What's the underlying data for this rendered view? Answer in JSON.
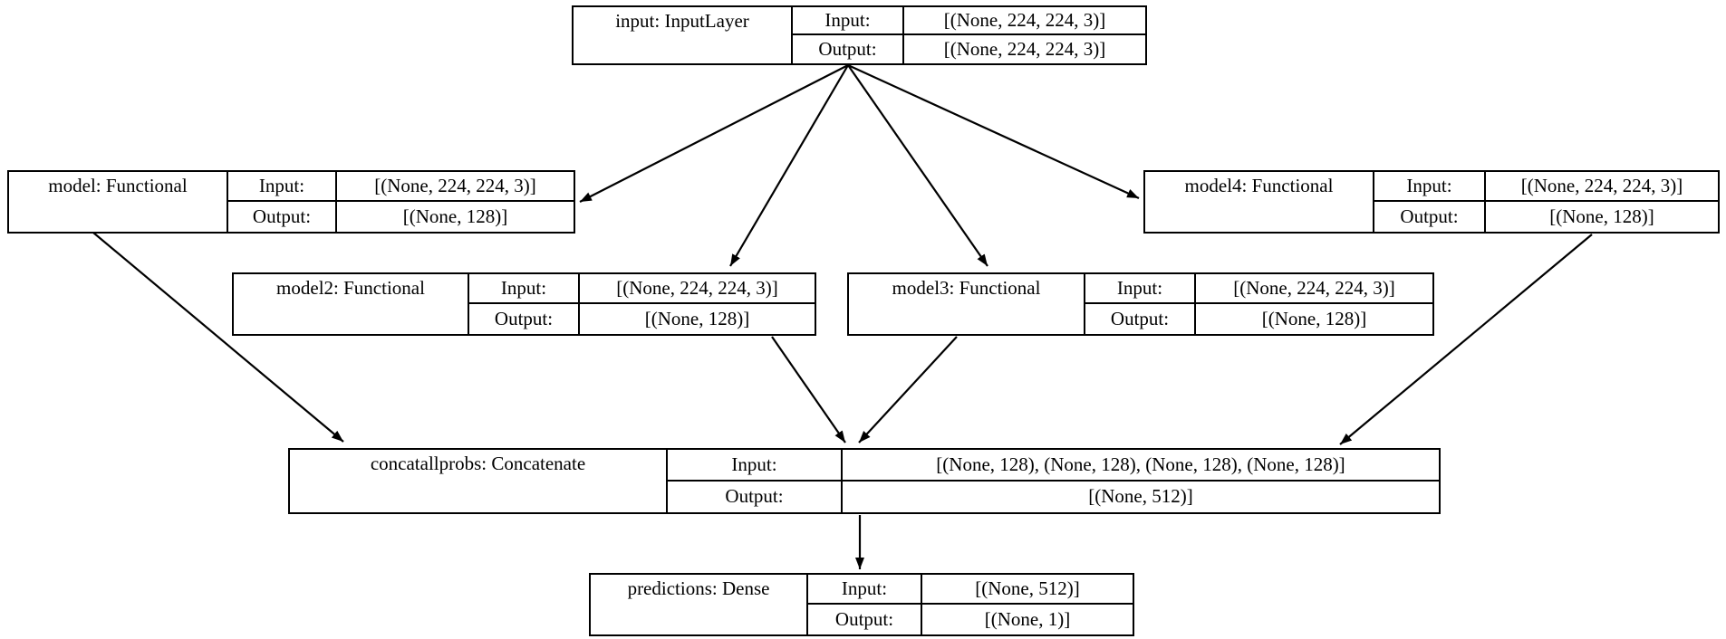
{
  "diagram_title": "model architecture graph",
  "colors": {
    "background": "#ffffff",
    "border": "#000000",
    "text": "#000000"
  },
  "nodes": {
    "input": {
      "title": "input: InputLayer",
      "input_label": "Input:",
      "output_label": "Output:",
      "input_value": "[(None, 224, 224, 3)]",
      "output_value": "[(None, 224, 224, 3)]"
    },
    "model": {
      "title": "model: Functional",
      "input_label": "Input:",
      "output_label": "Output:",
      "input_value": "[(None, 224, 224, 3)]",
      "output_value": "[(None, 128)]"
    },
    "model2": {
      "title": "model2: Functional",
      "input_label": "Input:",
      "output_label": "Output:",
      "input_value": "[(None, 224, 224, 3)]",
      "output_value": "[(None, 128)]"
    },
    "model3": {
      "title": "model3: Functional",
      "input_label": "Input:",
      "output_label": "Output:",
      "input_value": "[(None, 224, 224, 3)]",
      "output_value": "[(None, 128)]"
    },
    "model4": {
      "title": "model4: Functional",
      "input_label": "Input:",
      "output_label": "Output:",
      "input_value": "[(None, 224, 224, 3)]",
      "output_value": "[(None, 128)]"
    },
    "concatallprobs": {
      "title": "concatallprobs: Concatenate",
      "input_label": "Input:",
      "output_label": "Output:",
      "input_value": "[(None, 128), (None, 128), (None, 128), (None, 128)]",
      "output_value": "[(None, 512)]"
    },
    "predictions": {
      "title": "predictions: Dense",
      "input_label": "Input:",
      "output_label": "Output:",
      "input_value": "[(None, 512)]",
      "output_value": "[(None, 1)]"
    }
  },
  "edges": [
    {
      "from": "input",
      "to": "model"
    },
    {
      "from": "input",
      "to": "model2"
    },
    {
      "from": "input",
      "to": "model3"
    },
    {
      "from": "input",
      "to": "model4"
    },
    {
      "from": "model",
      "to": "concatallprobs"
    },
    {
      "from": "model2",
      "to": "concatallprobs"
    },
    {
      "from": "model3",
      "to": "concatallprobs"
    },
    {
      "from": "model4",
      "to": "concatallprobs"
    },
    {
      "from": "concatallprobs",
      "to": "predictions"
    }
  ]
}
